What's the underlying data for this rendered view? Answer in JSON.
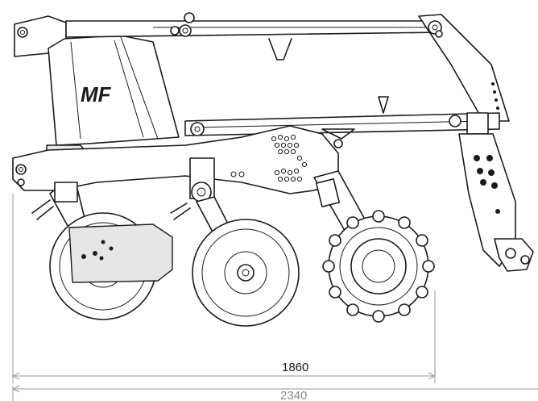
{
  "brand_logo": "MF",
  "dimensions": {
    "inner_length": "1860",
    "overall_length": "2340"
  }
}
